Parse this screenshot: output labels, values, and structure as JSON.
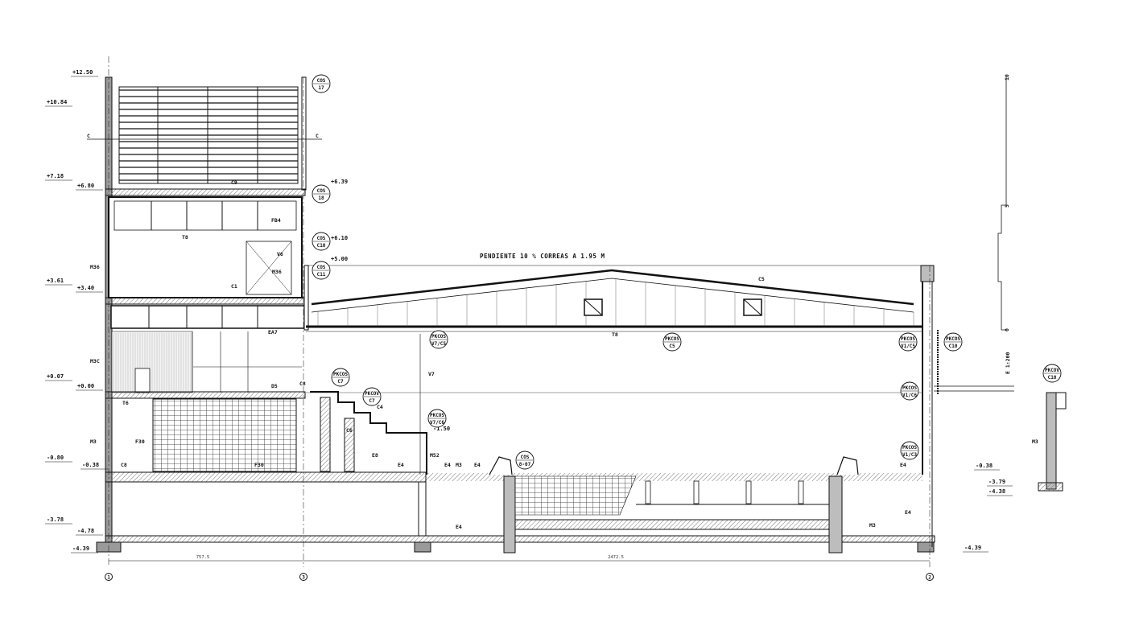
{
  "drawing": {
    "roof_note": "PENDIENTE 10 % CORREAS A 1.95 M",
    "scale_label": "E 1:200",
    "scale_ticks": [
      "10",
      "5",
      "0"
    ],
    "level_marks_left": [
      "+12.50",
      "+10.84",
      "+7.18",
      "+6.80",
      "+3.61",
      "+3.40",
      "+0.07",
      "+0.00",
      "-0.80",
      "-0.38",
      "-3.78",
      "-4.78",
      "-4.39"
    ],
    "level_marks_mid": [
      "+6.39",
      "+6.10",
      "+5.00",
      "-1.50"
    ],
    "level_marks_right": [
      "-0.38",
      "-3.79",
      "-4.38",
      "-4.39"
    ],
    "circle_tags": [
      {
        "top": "COS",
        "bottom": "17"
      },
      {
        "top": "COS",
        "bottom": "18"
      },
      {
        "top": "COS",
        "bottom": "C10"
      },
      {
        "top": "COS",
        "bottom": "C11"
      },
      {
        "top": "PKCOS",
        "bottom": "C7"
      },
      {
        "top": "PKCOV",
        "bottom": "C7"
      },
      {
        "top": "PKCOS",
        "bottom": "V7/C5"
      },
      {
        "top": "PKCOS",
        "bottom": "V7/C6"
      },
      {
        "top": "COS",
        "bottom": "8-07"
      },
      {
        "top": "PKCOS",
        "bottom": "C5"
      },
      {
        "top": "PKCOS",
        "bottom": "V1/C5"
      },
      {
        "top": "PKCOS",
        "bottom": "V1/C6"
      },
      {
        "top": "PKCOS",
        "bottom": "V1/C3"
      },
      {
        "top": "PKCOS",
        "bottom": "C10"
      },
      {
        "top": "PKCOV",
        "bottom": "C10"
      }
    ],
    "element_tags": [
      "C",
      "C",
      "C9",
      "T8",
      "FB4",
      "V6",
      "M36",
      "M36",
      "C1",
      "EA7",
      "T8",
      "V7",
      "C5",
      "M3C",
      "T6",
      "D5",
      "C8",
      "C4",
      "C6",
      "M3",
      "F30",
      "C8",
      "F30",
      "E8",
      "E4",
      "M52",
      "E4",
      "M3",
      "E4",
      "M3",
      "E4",
      "M3",
      "E4",
      "E4"
    ],
    "dimensions": [
      "757.5",
      "2472.5"
    ],
    "grid_axes": [
      "1",
      "2",
      "3"
    ]
  },
  "colors": {
    "ink": "#111111",
    "hatch": "#8a8a8a",
    "fill_grey": "#bdbdbd"
  }
}
